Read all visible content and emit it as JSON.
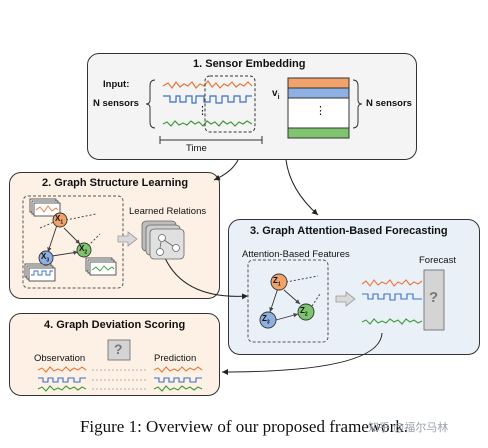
{
  "sensor_embedding": {
    "title": "1. Sensor Embedding",
    "input_label": "Input:",
    "n_sensors_left": "N sensors",
    "n_sensors_right": "N sensors",
    "time_label": "Time",
    "vector_label": "v",
    "vector_sub": "i",
    "dots_left": "⋮",
    "dots_right": "⋮"
  },
  "graph_structure": {
    "title": "2. Graph Structure Learning",
    "learned_relations": "Learned Relations",
    "node_x1": "X",
    "node_x1_sub": "1",
    "node_x2": "X",
    "node_x2_sub": "2",
    "node_x3": "X",
    "node_x3_sub": "3"
  },
  "forecasting": {
    "title": "3. Graph Attention-Based Forecasting",
    "features_label": "Attention-Based Features",
    "forecast_label": "Forecast",
    "node_z1": "Z",
    "node_z1_sub": "1",
    "node_z2": "Z",
    "node_z2_sub": "2",
    "node_z3": "Z",
    "node_z3_sub": "3",
    "question": "?"
  },
  "deviation": {
    "title": "4. Graph Deviation Scoring",
    "observation": "Observation",
    "prediction": "Prediction",
    "question": "?"
  },
  "caption": "Figure 1: Overview of our proposed framework.",
  "watermark": "知乎 @福尔马林",
  "colors": {
    "orange": "#e8773a",
    "blue": "#3a6fc7",
    "green": "#3f9b3a",
    "box1_bg": "#f4f4f4",
    "box2_bg": "#fdf1e6",
    "box3_bg": "#e9f0f8",
    "box4_bg": "#fdf1e6"
  }
}
